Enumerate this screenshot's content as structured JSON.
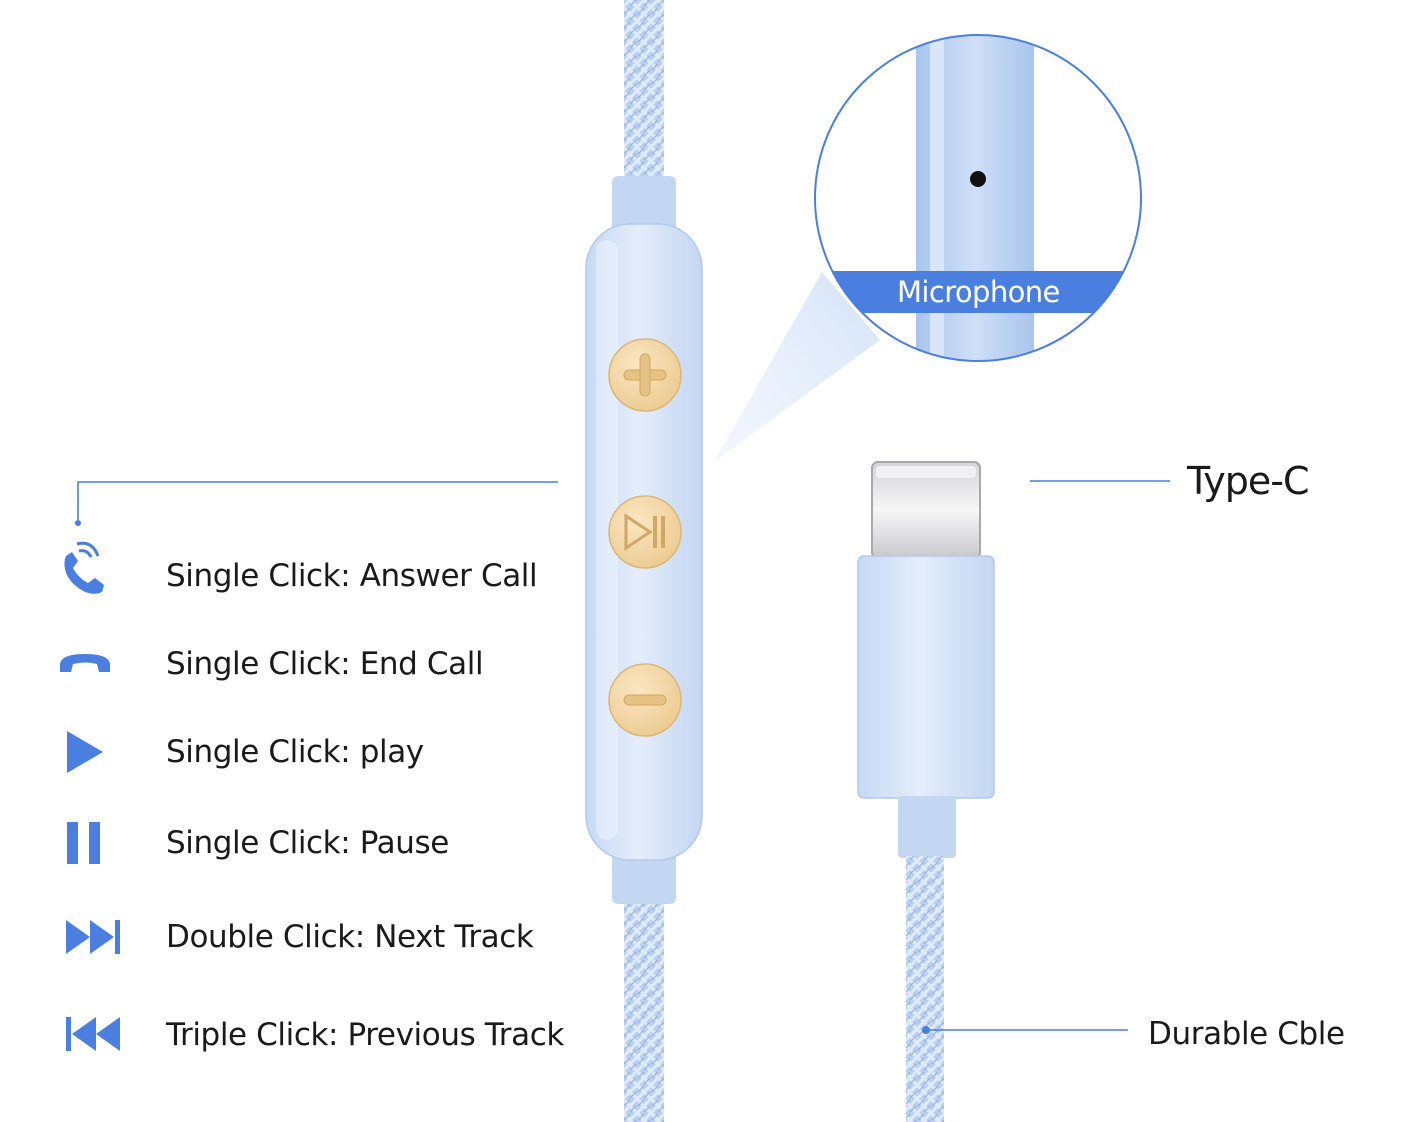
{
  "functions": [
    {
      "icon": "phone-answer-icon",
      "label": "Single Click: Answer Call"
    },
    {
      "icon": "phone-end-icon",
      "label": "Single Click: End Call"
    },
    {
      "icon": "play-icon",
      "label": "Single Click: play"
    },
    {
      "icon": "pause-icon",
      "label": "Single Click: Pause"
    },
    {
      "icon": "next-track-icon",
      "label": "Double Click: Next Track"
    },
    {
      "icon": "previous-track-icon",
      "label": "Triple Click: Previous Track"
    }
  ],
  "callouts": {
    "microphone": "Microphone",
    "connector": "Type-C",
    "cable": "Durable Cble"
  },
  "remote_buttons": [
    "plus-icon",
    "play-pause-icon",
    "minus-icon"
  ],
  "colors": {
    "accent": "#4a7fe0",
    "cable": "#bcd3f2",
    "button_gold": "#f4d7a6",
    "text": "#1a1a1a"
  }
}
